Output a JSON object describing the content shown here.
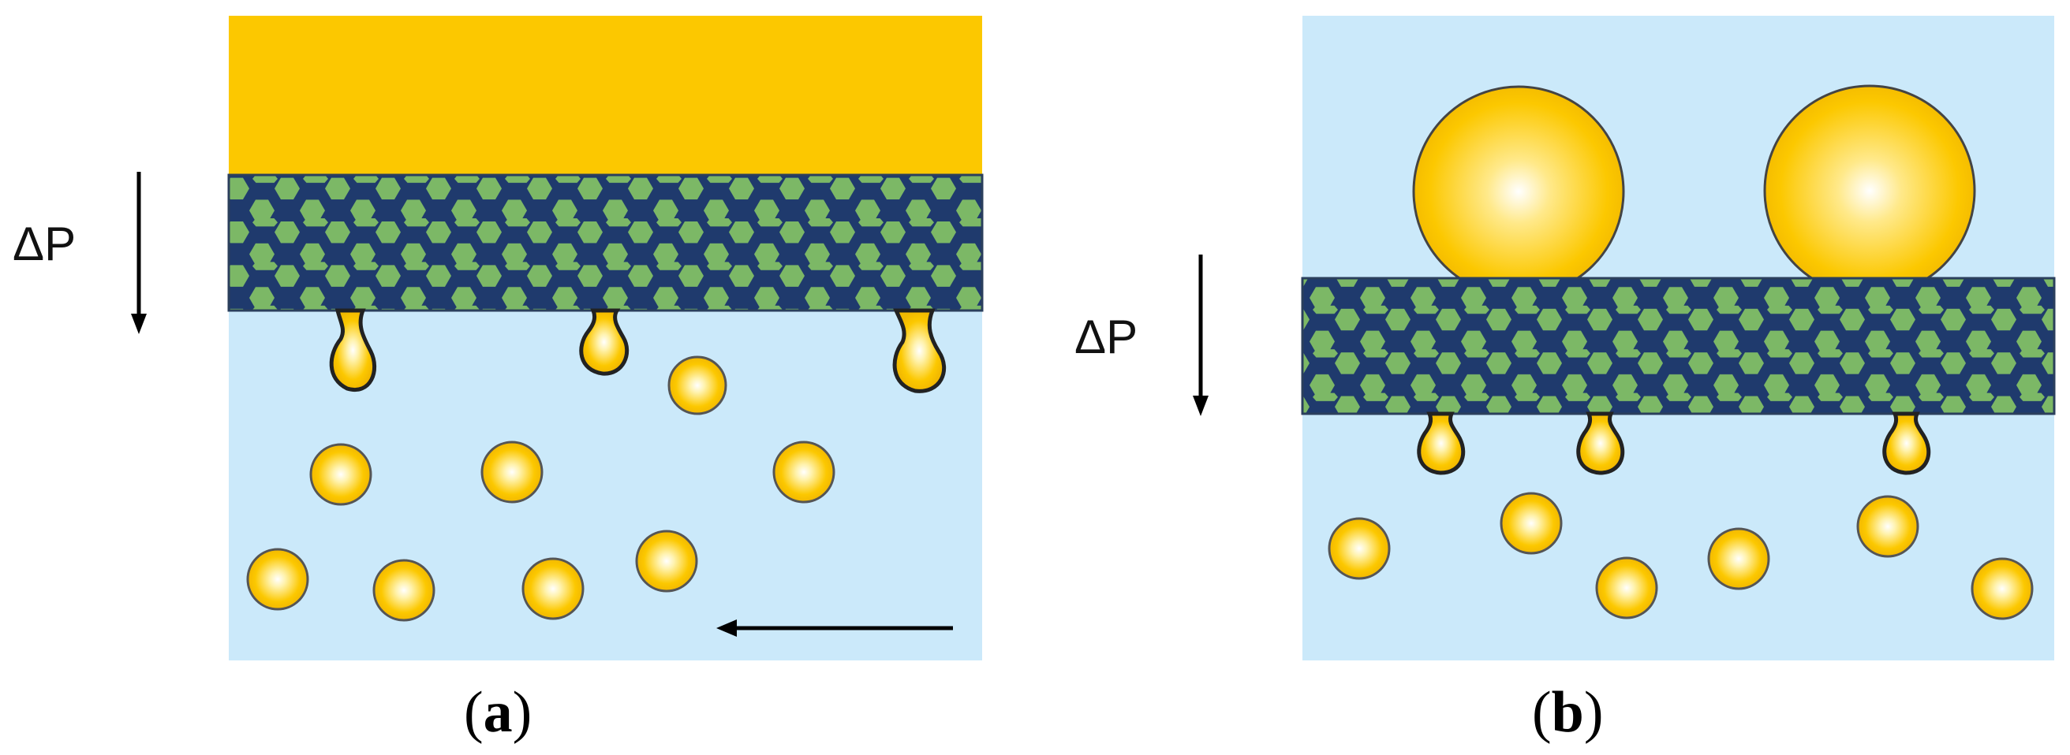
{
  "panels": [
    {
      "id": "a",
      "pressure_label": "ΔP",
      "caption_letter": "a"
    },
    {
      "id": "b",
      "pressure_label": "ΔP",
      "caption_letter": "b"
    }
  ],
  "colors": {
    "water": "#CBE9FA",
    "oil": "#FCC800",
    "membrane_pore": "#7CB866",
    "membrane_frame": "#1F3A6D",
    "droplet_edge": "#222222",
    "arrow": "#000000"
  },
  "icons": {
    "pressure_arrow": "down-arrow-icon",
    "flow_arrow": "left-arrow-icon"
  }
}
